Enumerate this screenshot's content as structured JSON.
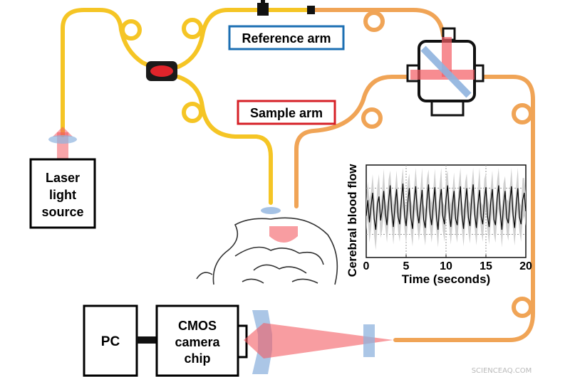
{
  "labels": {
    "reference_arm": "Reference arm",
    "sample_arm": "Sample arm",
    "laser_line1": "Laser",
    "laser_line2": "light",
    "laser_line3": "source",
    "pc": "PC",
    "cmos_line1": "CMOS",
    "cmos_line2": "camera",
    "cmos_line3": "chip",
    "watermark": "SCIENCEAQ.COM"
  },
  "colors": {
    "fiber_yellow": "#f5c525",
    "fiber_orange": "#f0a456",
    "reference_box": "#1c6fb3",
    "sample_box": "#d62027",
    "beam_red": "#f35b63",
    "optic_blue": "#8fb3de"
  },
  "chart_data": {
    "type": "line",
    "xlabel": "Time (seconds)",
    "ylabel": "Cerebral blood flow",
    "xlim": [
      0,
      20
    ],
    "x_ticks": [
      "0",
      "5",
      "10",
      "15",
      "20"
    ],
    "grid": true,
    "series": [
      {
        "x": [
          0,
          0.2,
          0.4,
          0.6,
          0.8,
          1.0,
          1.2,
          1.4,
          1.6,
          1.8,
          2.0,
          2.2,
          2.4,
          2.6,
          2.8,
          3.0,
          3.2,
          3.4,
          3.6,
          3.8,
          4.0,
          4.2,
          4.4,
          4.6,
          4.8,
          5.0,
          5.2,
          5.4,
          5.6,
          5.8,
          6.0,
          6.2,
          6.4,
          6.6,
          6.8,
          7.0,
          7.2,
          7.4,
          7.6,
          7.8,
          8.0,
          8.2,
          8.4,
          8.6,
          8.8,
          9.0,
          9.2,
          9.4,
          9.6,
          9.8,
          10.0,
          10.2,
          10.4,
          10.6,
          10.8,
          11.0,
          11.2,
          11.4,
          11.6,
          11.8,
          12.0,
          12.2,
          12.4,
          12.6,
          12.8,
          13.0,
          13.2,
          13.4,
          13.6,
          13.8,
          14.0,
          14.2,
          14.4,
          14.6,
          14.8,
          15.0,
          15.2,
          15.4,
          15.6,
          15.8,
          16.0,
          16.2,
          16.4,
          16.6,
          16.8,
          17.0,
          17.2,
          17.4,
          17.6,
          17.8,
          18.0,
          18.2,
          18.4,
          18.6,
          18.8,
          19.0,
          19.2,
          19.4,
          19.6,
          19.8,
          20.0
        ],
        "y": [
          0.45,
          0.62,
          0.38,
          0.55,
          0.7,
          0.42,
          0.3,
          0.58,
          0.66,
          0.4,
          0.52,
          0.72,
          0.48,
          0.35,
          0.6,
          0.78,
          0.5,
          0.33,
          0.56,
          0.74,
          0.44,
          0.36,
          0.62,
          0.8,
          0.46,
          0.34,
          0.58,
          0.75,
          0.43,
          0.31,
          0.6,
          0.77,
          0.49,
          0.37,
          0.55,
          0.73,
          0.41,
          0.32,
          0.61,
          0.79,
          0.47,
          0.35,
          0.57,
          0.76,
          0.44,
          0.3,
          0.59,
          0.74,
          0.45,
          0.36,
          0.63,
          0.78,
          0.48,
          0.33,
          0.56,
          0.72,
          0.42,
          0.35,
          0.6,
          0.77,
          0.46,
          0.31,
          0.58,
          0.75,
          0.43,
          0.34,
          0.62,
          0.79,
          0.47,
          0.32,
          0.57,
          0.73,
          0.44,
          0.36,
          0.61,
          0.76,
          0.45,
          0.33,
          0.59,
          0.74,
          0.41,
          0.35,
          0.63,
          0.78,
          0.48,
          0.3,
          0.56,
          0.72,
          0.43,
          0.37,
          0.6,
          0.77,
          0.46,
          0.32,
          0.58,
          0.75,
          0.44,
          0.36,
          0.62,
          0.7,
          0.5
        ]
      }
    ]
  }
}
